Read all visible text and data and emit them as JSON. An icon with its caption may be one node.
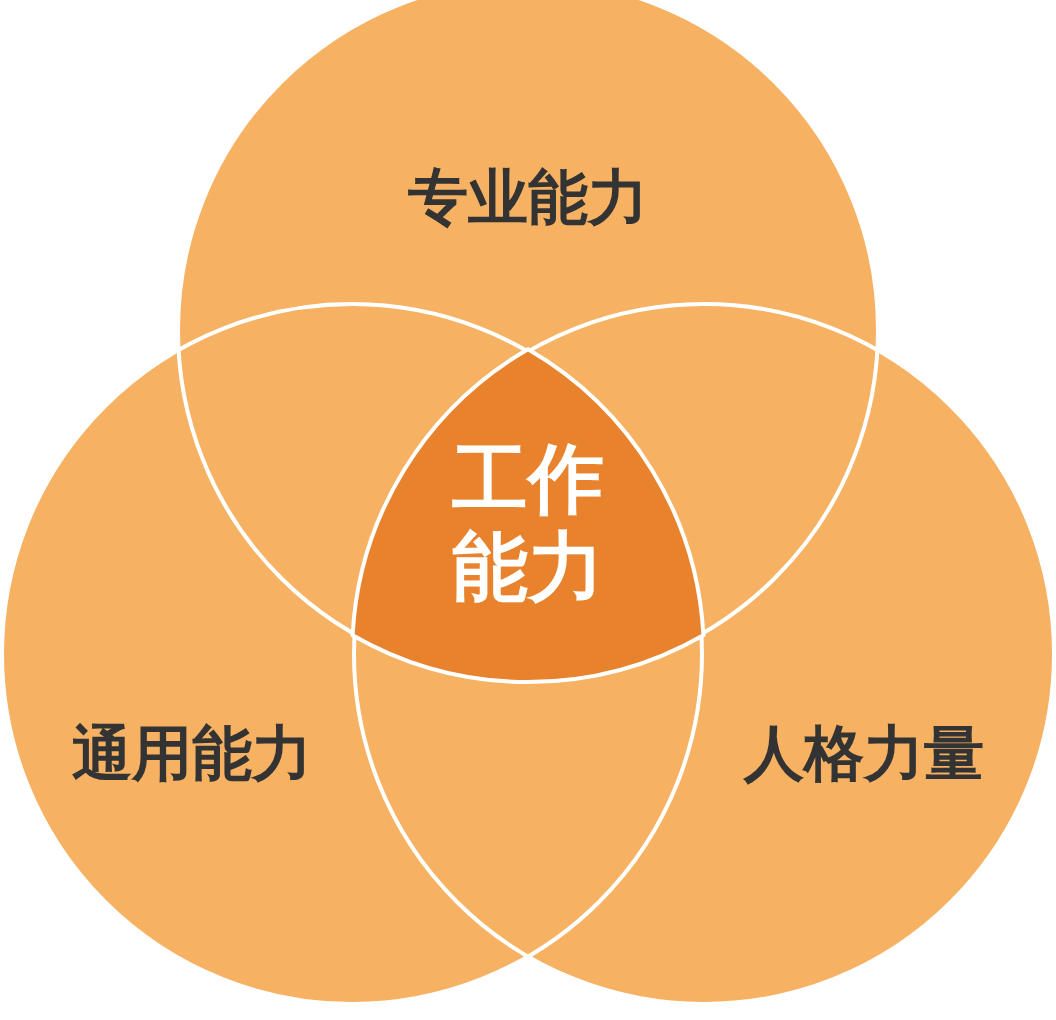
{
  "diagram": {
    "nodes": [
      {
        "text": [
          "专业能力"
        ]
      },
      {
        "text": [
          "通用能力"
        ]
      },
      {
        "text": [
          "人格力量"
        ]
      },
      {
        "text": [
          "工作能力"
        ]
      }
    ],
    "edges": []
  }
}
